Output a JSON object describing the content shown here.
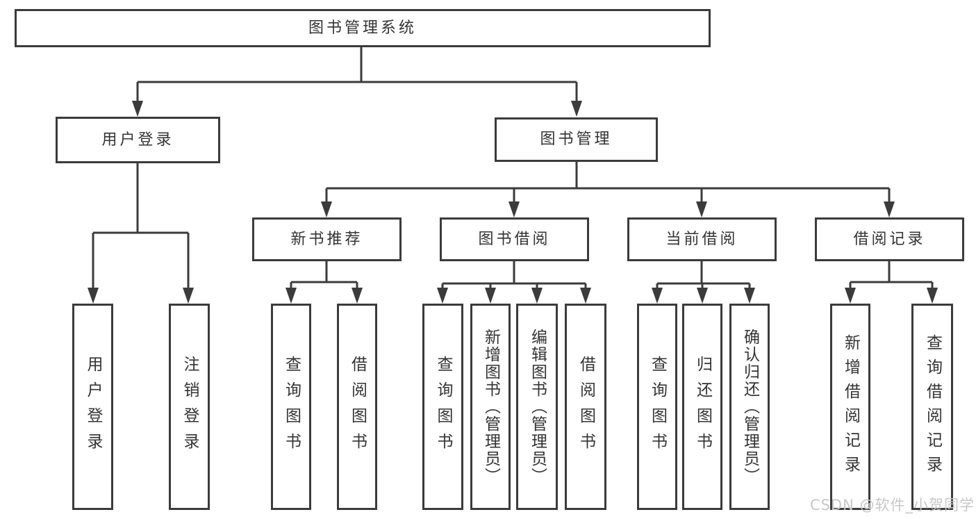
{
  "colors": {
    "line": "#3b3b3b",
    "text": "#333333",
    "box_bg": "#ffffff",
    "watermark": "#c7c7c7"
  },
  "tree": {
    "label": "图书管理系统",
    "children": [
      {
        "label": "用户登录",
        "children": [
          {
            "label": "用户登录"
          },
          {
            "label": "注销登录"
          }
        ]
      },
      {
        "label": "图书管理",
        "children": [
          {
            "label": "新书推荐",
            "children": [
              {
                "label": "查询图书"
              },
              {
                "label": "借阅图书"
              }
            ]
          },
          {
            "label": "图书借阅",
            "children": [
              {
                "label": "查询图书"
              },
              {
                "label": "新增图书（管理员）"
              },
              {
                "label": "编辑图书（管理员）"
              },
              {
                "label": "借阅图书"
              }
            ]
          },
          {
            "label": "当前借阅",
            "children": [
              {
                "label": "查询图书"
              },
              {
                "label": "归还图书"
              },
              {
                "label": "确认归还（管理员）"
              }
            ]
          },
          {
            "label": "借阅记录",
            "children": [
              {
                "label": "新增借阅记录"
              },
              {
                "label": "查询借阅记录"
              }
            ]
          }
        ]
      }
    ]
  },
  "watermark": {
    "text": "CSDN @软件_小贺同学"
  }
}
